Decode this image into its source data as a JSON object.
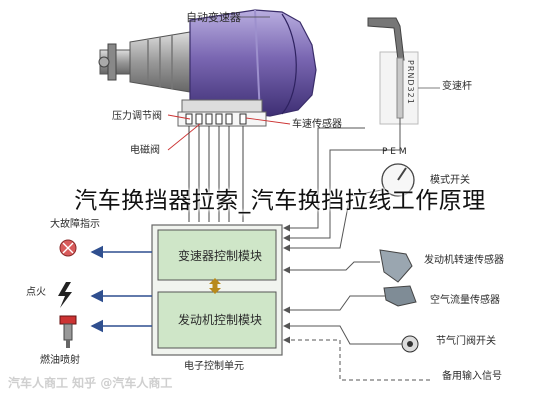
{
  "title": "汽车换挡器拉索_汽车换挡拉线工作原理",
  "labels": {
    "transmission": "自动变速器",
    "shift_lever": "变速杆",
    "pressure_valve": "压力调节阀",
    "solenoid": "电磁阀",
    "speed_sensor": "车速传感器",
    "mode_switch": "模式开关",
    "engine_speed_sensor": "发动机转速传感器",
    "airflow_sensor": "空气流量传感器",
    "throttle_switch": "节气门阀开关",
    "backup_signal": "备用输入信号",
    "ecu": "电子控制单元",
    "trans_module": "变速器控制模块",
    "engine_module": "发动机控制模块",
    "fault_light": "大故障指示",
    "ignition": "点火",
    "injector": "燃油喷射",
    "gear_letters": "PRND321",
    "pem": "P E M"
  },
  "watermark": "汽车人商工  知乎 @汽车人商工",
  "colors": {
    "housing": "#7a67b2",
    "housing_dark": "#4b3b86",
    "module_fill": "#cfe6c8",
    "ecu_fill": "#f1f4ef",
    "arrow_blue": "#2f4f8f",
    "line_gray": "#555555",
    "bulb_red": "#d85b5b"
  }
}
